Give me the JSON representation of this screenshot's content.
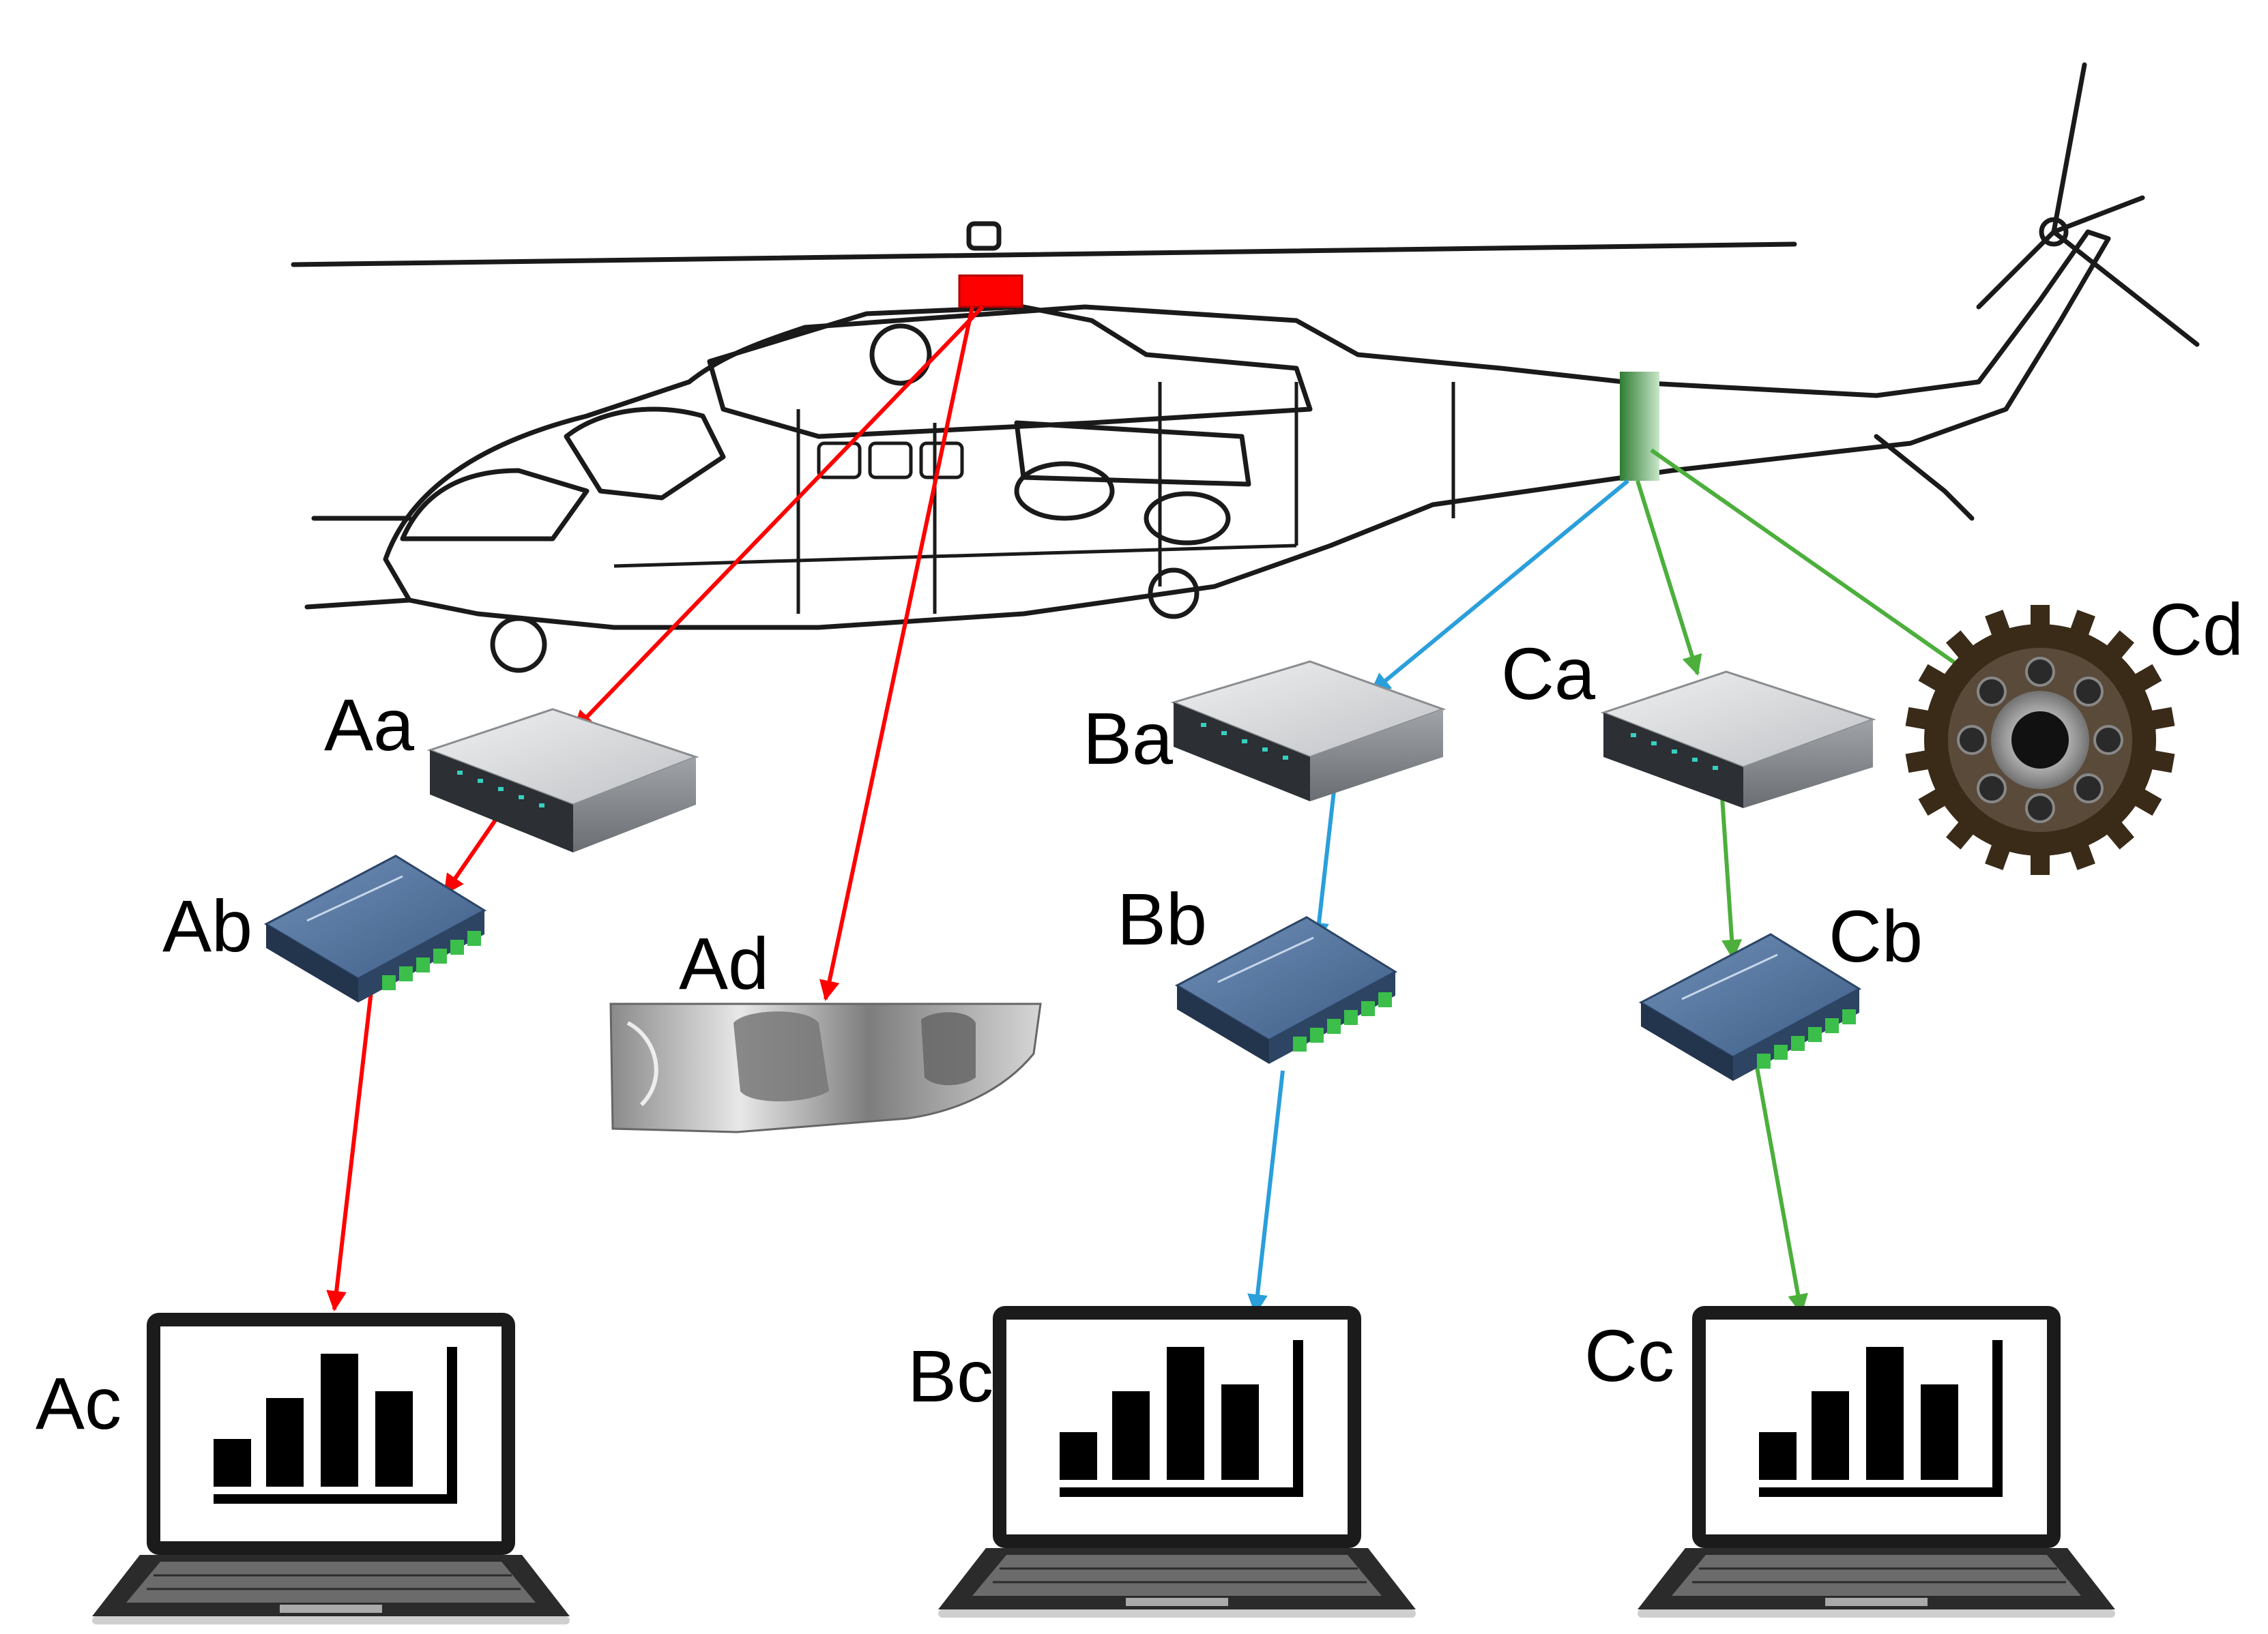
{
  "labels": {
    "Aa": "Aa",
    "Ab": "Ab",
    "Ac": "Ac",
    "Ad": "Ad",
    "Ba": "Ba",
    "Bb": "Bb",
    "Bc": "Bc",
    "Ca": "Ca",
    "Cb": "Cb",
    "Cc": "Cc",
    "Cd": "Cd"
  },
  "colors": {
    "chain_a": "#ff0000",
    "chain_b": "#2a9fdb",
    "chain_c": "#4caf3c",
    "sensor_a": "#ff0000",
    "sensor_c": "#3f8f3f"
  },
  "icons": {
    "helicopter": "attack-helicopter-icon",
    "sensor_a": "main-rotor-sensor-icon",
    "sensor_c": "tail-sensor-icon",
    "amplifier": "signal-amplifier-icon",
    "daq": "data-acquisition-module-icon",
    "laptop": "laptop-bar-chart-icon",
    "bearing": "bearing-fragment-icon",
    "gear": "gear-icon"
  }
}
